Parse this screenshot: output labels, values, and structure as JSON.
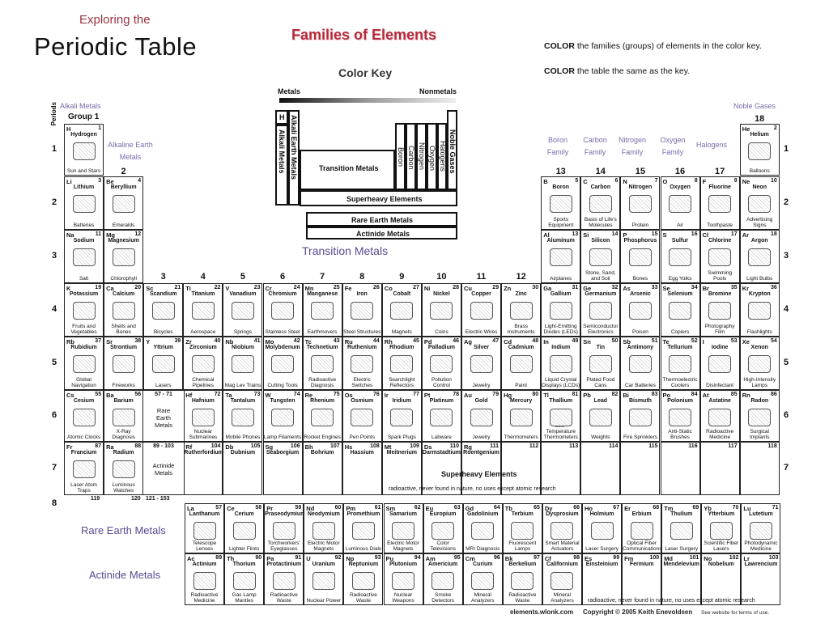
{
  "header": {
    "exploring": "Exploring the",
    "title": "Periodic Table",
    "families_title": "Families of Elements",
    "instr1_bold": "COLOR",
    "instr1_rest": " the families (groups) of elements in the color key.",
    "instr2_bold": "COLOR",
    "instr2_rest": " the table the same as the key.",
    "color_key": "Color Key"
  },
  "key": {
    "metals": "Metals",
    "nonmetals": "Nonmetals",
    "h": "H",
    "alkali_earth": "Alkali Earth Metals",
    "alkali": "Alkali Metals",
    "transition": "Transition Metals",
    "boron": "Boron",
    "carbon": "Carbon",
    "nitrogen": "Nitrogen",
    "oxygen": "Oxygen",
    "halogens": "Halogens",
    "noble": "Noble Gases",
    "superheavy": "Superheavy Elements",
    "rare_earth": "Rare Earth Metals",
    "actinide": "Actinide Metals"
  },
  "labels": {
    "alkali_metals": "Alkali Metals",
    "group1": "Group 1",
    "periods": "Periods",
    "alkaline_earth_1": "Alkaline Earth",
    "alkaline_earth_2": "Metals",
    "noble_gases": "Noble Gases",
    "boron_family": [
      "Boron",
      "Family"
    ],
    "carbon_family": [
      "Carbon",
      "Family"
    ],
    "nitrogen_family": [
      "Nitrogen",
      "Family"
    ],
    "oxygen_family": [
      "Oxygen",
      "Family"
    ],
    "halogens": "Halogens",
    "transition_metals": "Transition Metals",
    "rare_earth_metals": "Rare Earth Metals",
    "actinide_metals": "Actinide Metals",
    "superheavy": "Superheavy Elements",
    "superheavy_note": "radioactive, never found in nature, no uses except atomic research",
    "actinide_note": "radioactive, never found in nature, no uses except atomic research",
    "range_57_71": "57 - 71",
    "range_89_103": "89 - 103",
    "range_121_153": "121 - 153",
    "rare_earth_cell": [
      "Rare",
      "Earth",
      "Metals"
    ],
    "actinide_cell": [
      "Actinide",
      "Metals"
    ],
    "period8": "8",
    "num119": "119",
    "num120": "120"
  },
  "groups": [
    "1",
    "2",
    "3",
    "4",
    "5",
    "6",
    "7",
    "8",
    "9",
    "10",
    "11",
    "12",
    "13",
    "14",
    "15",
    "16",
    "17",
    "18"
  ],
  "periods": [
    "1",
    "2",
    "3",
    "4",
    "5",
    "6",
    "7"
  ],
  "elements": [
    {
      "s": "H",
      "n": "1",
      "name": "Hydrogen",
      "use": "Sun and Stars",
      "c": 0,
      "r": 0
    },
    {
      "s": "He",
      "n": "2",
      "name": "Helium",
      "use": "Balloons",
      "c": 17,
      "r": 0
    },
    {
      "s": "Li",
      "n": "3",
      "name": "Lithium",
      "use": "Batteries",
      "c": 0,
      "r": 1
    },
    {
      "s": "Be",
      "n": "4",
      "name": "Beryllium",
      "use": "Emeralds",
      "c": 1,
      "r": 1
    },
    {
      "s": "B",
      "n": "5",
      "name": "Boron",
      "use": "Sports Equipment",
      "c": 12,
      "r": 1
    },
    {
      "s": "C",
      "n": "6",
      "name": "Carbon",
      "use": "Basis of Life's Molecules",
      "c": 13,
      "r": 1
    },
    {
      "s": "N",
      "n": "7",
      "name": "Nitrogen",
      "use": "Protein",
      "c": 14,
      "r": 1
    },
    {
      "s": "O",
      "n": "8",
      "name": "Oxygen",
      "use": "Air",
      "c": 15,
      "r": 1
    },
    {
      "s": "F",
      "n": "9",
      "name": "Fluorine",
      "use": "Toothpaste",
      "c": 16,
      "r": 1
    },
    {
      "s": "Ne",
      "n": "10",
      "name": "Neon",
      "use": "Advertising Signs",
      "c": 17,
      "r": 1
    },
    {
      "s": "Na",
      "n": "11",
      "name": "Sodium",
      "use": "Salt",
      "c": 0,
      "r": 2
    },
    {
      "s": "Mg",
      "n": "12",
      "name": "Magnesium",
      "use": "Chlorophyll",
      "c": 1,
      "r": 2
    },
    {
      "s": "Al",
      "n": "13",
      "name": "Aluminum",
      "use": "Airplanes",
      "c": 12,
      "r": 2
    },
    {
      "s": "Si",
      "n": "14",
      "name": "Silicon",
      "use": "Stone, Sand, and Soil",
      "c": 13,
      "r": 2
    },
    {
      "s": "P",
      "n": "15",
      "name": "Phosphorus",
      "use": "Bones",
      "c": 14,
      "r": 2
    },
    {
      "s": "S",
      "n": "16",
      "name": "Sulfur",
      "use": "Egg Yolks",
      "c": 15,
      "r": 2
    },
    {
      "s": "Cl",
      "n": "17",
      "name": "Chlorine",
      "use": "Swimming Pools",
      "c": 16,
      "r": 2
    },
    {
      "s": "Ar",
      "n": "18",
      "name": "Argon",
      "use": "Light Bulbs",
      "c": 17,
      "r": 2
    },
    {
      "s": "K",
      "n": "19",
      "name": "Potassium",
      "use": "Fruits and Vegetables",
      "c": 0,
      "r": 3
    },
    {
      "s": "Ca",
      "n": "20",
      "name": "Calcium",
      "use": "Shells and Bones",
      "c": 1,
      "r": 3
    },
    {
      "s": "Sc",
      "n": "21",
      "name": "Scandium",
      "use": "Bicycles",
      "c": 2,
      "r": 3
    },
    {
      "s": "Ti",
      "n": "22",
      "name": "Titanium",
      "use": "Aerospace",
      "c": 3,
      "r": 3
    },
    {
      "s": "V",
      "n": "23",
      "name": "Vanadium",
      "use": "Springs",
      "c": 4,
      "r": 3
    },
    {
      "s": "Cr",
      "n": "24",
      "name": "Chromium",
      "use": "Stainless Steel",
      "c": 5,
      "r": 3
    },
    {
      "s": "Mn",
      "n": "25",
      "name": "Manganese",
      "use": "Earthmovers",
      "c": 6,
      "r": 3
    },
    {
      "s": "Fe",
      "n": "26",
      "name": "Iron",
      "use": "Steel Structures",
      "c": 7,
      "r": 3
    },
    {
      "s": "Co",
      "n": "27",
      "name": "Cobalt",
      "use": "Magnets",
      "c": 8,
      "r": 3
    },
    {
      "s": "Ni",
      "n": "28",
      "name": "Nickel",
      "use": "Coins",
      "c": 9,
      "r": 3
    },
    {
      "s": "Cu",
      "n": "29",
      "name": "Copper",
      "use": "Electric Wires",
      "c": 10,
      "r": 3
    },
    {
      "s": "Zn",
      "n": "30",
      "name": "Zinc",
      "use": "Brass Instruments",
      "c": 11,
      "r": 3
    },
    {
      "s": "Ga",
      "n": "31",
      "name": "Gallium",
      "use": "Light-Emitting Diodes (LEDs)",
      "c": 12,
      "r": 3
    },
    {
      "s": "Ge",
      "n": "32",
      "name": "Germanium",
      "use": "Semiconductor Electronics",
      "c": 13,
      "r": 3
    },
    {
      "s": "As",
      "n": "33",
      "name": "Arsenic",
      "use": "Poison",
      "c": 14,
      "r": 3
    },
    {
      "s": "Se",
      "n": "34",
      "name": "Selenium",
      "use": "Copiers",
      "c": 15,
      "r": 3
    },
    {
      "s": "Br",
      "n": "35",
      "name": "Bromine",
      "use": "Photography Film",
      "c": 16,
      "r": 3
    },
    {
      "s": "Kr",
      "n": "36",
      "name": "Krypton",
      "use": "Flashlights",
      "c": 17,
      "r": 3
    },
    {
      "s": "Rb",
      "n": "37",
      "name": "Rubidium",
      "use": "Global Navigation",
      "c": 0,
      "r": 4
    },
    {
      "s": "Sr",
      "n": "38",
      "name": "Strontium",
      "use": "Fireworks",
      "c": 1,
      "r": 4
    },
    {
      "s": "Y",
      "n": "39",
      "name": "Yttrium",
      "use": "Lasers",
      "c": 2,
      "r": 4
    },
    {
      "s": "Zr",
      "n": "40",
      "name": "Zirconium",
      "use": "Chemical Pipelines",
      "c": 3,
      "r": 4
    },
    {
      "s": "Nb",
      "n": "41",
      "name": "Niobium",
      "use": "Mag Lev Trains",
      "c": 4,
      "r": 4
    },
    {
      "s": "Mo",
      "n": "42",
      "name": "Molybdenum",
      "use": "Cutting Tools",
      "c": 5,
      "r": 4
    },
    {
      "s": "Tc",
      "n": "43",
      "name": "Technetium",
      "use": "Radioactive Diagnosis",
      "c": 6,
      "r": 4
    },
    {
      "s": "Ru",
      "n": "44",
      "name": "Ruthenium",
      "use": "Electric Switches",
      "c": 7,
      "r": 4
    },
    {
      "s": "Rh",
      "n": "45",
      "name": "Rhodium",
      "use": "Searchlight Reflectors",
      "c": 8,
      "r": 4
    },
    {
      "s": "Pd",
      "n": "46",
      "name": "Palladium",
      "use": "Pollution Control",
      "c": 9,
      "r": 4
    },
    {
      "s": "Ag",
      "n": "47",
      "name": "Silver",
      "use": "Jewelry",
      "c": 10,
      "r": 4
    },
    {
      "s": "Cd",
      "n": "48",
      "name": "Cadmium",
      "use": "Paint",
      "c": 11,
      "r": 4
    },
    {
      "s": "In",
      "n": "49",
      "name": "Indium",
      "use": "Liquid Crystal Displays (LCDs)",
      "c": 12,
      "r": 4
    },
    {
      "s": "Sn",
      "n": "50",
      "name": "Tin",
      "use": "Plated Food Cans",
      "c": 13,
      "r": 4
    },
    {
      "s": "Sb",
      "n": "51",
      "name": "Antimony",
      "use": "Car Batteries",
      "c": 14,
      "r": 4
    },
    {
      "s": "Te",
      "n": "52",
      "name": "Tellurium",
      "use": "Thermoelectric Coolers",
      "c": 15,
      "r": 4
    },
    {
      "s": "I",
      "n": "53",
      "name": "Iodine",
      "use": "Disinfectant",
      "c": 16,
      "r": 4
    },
    {
      "s": "Xe",
      "n": "54",
      "name": "Xenon",
      "use": "High-Intensity Lamps",
      "c": 17,
      "r": 4
    },
    {
      "s": "Cs",
      "n": "55",
      "name": "Cesium",
      "use": "Atomic Clocks",
      "c": 0,
      "r": 5
    },
    {
      "s": "Ba",
      "n": "56",
      "name": "Barium",
      "use": "X-Ray Diagnosis",
      "c": 1,
      "r": 5
    },
    {
      "s": "Hf",
      "n": "72",
      "name": "Hafnium",
      "use": "Nuclear Submarines",
      "c": 3,
      "r": 5
    },
    {
      "s": "Ta",
      "n": "73",
      "name": "Tantalum",
      "use": "Mobile Phones",
      "c": 4,
      "r": 5
    },
    {
      "s": "W",
      "n": "74",
      "name": "Tungsten",
      "use": "Lamp Filaments",
      "c": 5,
      "r": 5
    },
    {
      "s": "Re",
      "n": "75",
      "name": "Rhenium",
      "use": "Rocket Engines",
      "c": 6,
      "r": 5
    },
    {
      "s": "Os",
      "n": "76",
      "name": "Osmium",
      "use": "Pen Points",
      "c": 7,
      "r": 5
    },
    {
      "s": "Ir",
      "n": "77",
      "name": "Iridium",
      "use": "Spark Plugs",
      "c": 8,
      "r": 5
    },
    {
      "s": "Pt",
      "n": "78",
      "name": "Platinum",
      "use": "Labware",
      "c": 9,
      "r": 5
    },
    {
      "s": "Au",
      "n": "79",
      "name": "Gold",
      "use": "Jewelry",
      "c": 10,
      "r": 5
    },
    {
      "s": "Hg",
      "n": "80",
      "name": "Mercury",
      "use": "Thermometers",
      "c": 11,
      "r": 5
    },
    {
      "s": "Tl",
      "n": "81",
      "name": "Thallium",
      "use": "Low-Temperature Thermometers",
      "c": 12,
      "r": 5
    },
    {
      "s": "Pb",
      "n": "82",
      "name": "Lead",
      "use": "Weights",
      "c": 13,
      "r": 5
    },
    {
      "s": "Bi",
      "n": "83",
      "name": "Bismuth",
      "use": "Fire Sprinklers",
      "c": 14,
      "r": 5
    },
    {
      "s": "Po",
      "n": "84",
      "name": "Polonium",
      "use": "Anti-Static Brushes",
      "c": 15,
      "r": 5
    },
    {
      "s": "At",
      "n": "85",
      "name": "Astatine",
      "use": "Radioactive Medicine",
      "c": 16,
      "r": 5
    },
    {
      "s": "Rn",
      "n": "86",
      "name": "Radon",
      "use": "Surgical Implants",
      "c": 17,
      "r": 5
    },
    {
      "s": "Fr",
      "n": "87",
      "name": "Francium",
      "use": "Laser Atom Traps",
      "c": 0,
      "r": 6
    },
    {
      "s": "Ra",
      "n": "88",
      "name": "Radium",
      "use": "Luminous Watches",
      "c": 1,
      "r": 6
    },
    {
      "s": "Rf",
      "n": "104",
      "name": "Rutherfordium",
      "use": "",
      "c": 3,
      "r": 6
    },
    {
      "s": "Db",
      "n": "105",
      "name": "Dubnium",
      "use": "",
      "c": 4,
      "r": 6
    },
    {
      "s": "Sg",
      "n": "106",
      "name": "Seaborgium",
      "use": "",
      "c": 5,
      "r": 6
    },
    {
      "s": "Bh",
      "n": "107",
      "name": "Bohrium",
      "use": "",
      "c": 6,
      "r": 6
    },
    {
      "s": "Hs",
      "n": "108",
      "name": "Hassium",
      "use": "",
      "c": 7,
      "r": 6
    },
    {
      "s": "Mt",
      "n": "109",
      "name": "Meitnerium",
      "use": "",
      "c": 8,
      "r": 6
    },
    {
      "s": "Ds",
      "n": "110",
      "name": "Darmstadtium",
      "use": "",
      "c": 9,
      "r": 6
    },
    {
      "s": "Rg",
      "n": "111",
      "name": "Roentgenium",
      "use": "",
      "c": 10,
      "r": 6
    },
    {
      "s": "",
      "n": "112",
      "name": "",
      "use": "",
      "c": 11,
      "r": 6
    },
    {
      "s": "",
      "n": "113",
      "name": "",
      "use": "",
      "c": 12,
      "r": 6
    },
    {
      "s": "",
      "n": "114",
      "name": "",
      "use": "",
      "c": 13,
      "r": 6
    },
    {
      "s": "",
      "n": "115",
      "name": "",
      "use": "",
      "c": 14,
      "r": 6
    },
    {
      "s": "",
      "n": "116",
      "name": "",
      "use": "",
      "c": 15,
      "r": 6
    },
    {
      "s": "",
      "n": "117",
      "name": "",
      "use": "",
      "c": 16,
      "r": 6
    },
    {
      "s": "",
      "n": "118",
      "name": "",
      "use": "",
      "c": 17,
      "r": 6
    }
  ],
  "lanthanides": [
    {
      "s": "La",
      "n": "57",
      "name": "Lanthanum",
      "use": "Telescope Lenses"
    },
    {
      "s": "Ce",
      "n": "58",
      "name": "Cerium",
      "use": "Lighter Flints"
    },
    {
      "s": "Pr",
      "n": "59",
      "name": "Praseodymium",
      "use": "Torchworkers' Eyeglasses"
    },
    {
      "s": "Nd",
      "n": "60",
      "name": "Neodymium",
      "use": "Electric Motor Magnets"
    },
    {
      "s": "Pm",
      "n": "61",
      "name": "Promethium",
      "use": "Luminous Dials"
    },
    {
      "s": "Sm",
      "n": "62",
      "name": "Samarium",
      "use": "Electric Motor Magnets"
    },
    {
      "s": "Eu",
      "n": "63",
      "name": "Europium",
      "use": "Color Televisions"
    },
    {
      "s": "Gd",
      "n": "64",
      "name": "Gadolinium",
      "use": "MRI Diagnosis"
    },
    {
      "s": "Tb",
      "n": "65",
      "name": "Terbium",
      "use": "Fluorescent Lamps"
    },
    {
      "s": "Dy",
      "n": "66",
      "name": "Dysprosium",
      "use": "Smart Material Actuators"
    },
    {
      "s": "Ho",
      "n": "67",
      "name": "Holmium",
      "use": "Laser Surgery"
    },
    {
      "s": "Er",
      "n": "68",
      "name": "Erbium",
      "use": "Optical Fiber Communications"
    },
    {
      "s": "Tm",
      "n": "69",
      "name": "Thulium",
      "use": "Laser Surgery"
    },
    {
      "s": "Yb",
      "n": "70",
      "name": "Ytterbium",
      "use": "Scientific Fiber Lasers"
    },
    {
      "s": "Lu",
      "n": "71",
      "name": "Lutetium",
      "use": "Photodynamic Medicine"
    }
  ],
  "actinides": [
    {
      "s": "Ac",
      "n": "89",
      "name": "Actinium",
      "use": "Radioactive Medicine"
    },
    {
      "s": "Th",
      "n": "90",
      "name": "Thorium",
      "use": "Gas Lamp Mantles"
    },
    {
      "s": "Pa",
      "n": "91",
      "name": "Protactinium",
      "use": "Radioactive Waste"
    },
    {
      "s": "U",
      "n": "92",
      "name": "Uranium",
      "use": "Nuclear Power"
    },
    {
      "s": "Np",
      "n": "93",
      "name": "Neptunium",
      "use": "Radioactive Waste"
    },
    {
      "s": "Pu",
      "n": "94",
      "name": "Plutonium",
      "use": "Nuclear Weapons"
    },
    {
      "s": "Am",
      "n": "95",
      "name": "Americium",
      "use": "Smoke Detectors"
    },
    {
      "s": "Cm",
      "n": "96",
      "name": "Curium",
      "use": "Mineral Analyzers"
    },
    {
      "s": "Bk",
      "n": "97",
      "name": "Berkelium",
      "use": "Radioactive Waste"
    },
    {
      "s": "Cf",
      "n": "98",
      "name": "Californium",
      "use": "Mineral Analyzers"
    },
    {
      "s": "Es",
      "n": "99",
      "name": "Einsteinium",
      "use": ""
    },
    {
      "s": "Fm",
      "n": "100",
      "name": "Fermium",
      "use": ""
    },
    {
      "s": "Md",
      "n": "101",
      "name": "Mendelevium",
      "use": ""
    },
    {
      "s": "No",
      "n": "102",
      "name": "Nobelium",
      "use": ""
    },
    {
      "s": "Lr",
      "n": "103",
      "name": "Lawrencium",
      "use": ""
    }
  ],
  "footer": {
    "site": "elements.wlonk.com",
    "copyright": "Copyright © 2005 Keith Enevoldsen",
    "terms": "See website for terms of use."
  }
}
